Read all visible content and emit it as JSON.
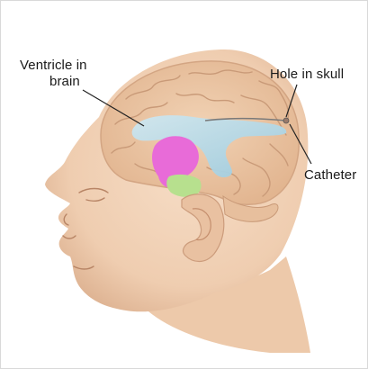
{
  "labels": {
    "ventricle_line1": "Ventricle in",
    "ventricle_line2": "brain",
    "hole": "Hole in skull",
    "catheter": "Catheter"
  },
  "colors": {
    "skin": "#f3d6bd",
    "skin_shadow": "#e2b698",
    "brain": "#efc9a8",
    "brain_fold": "#c99a78",
    "ventricle": "#b9dbe8",
    "ventricle_core": "#e86bd8",
    "brainstem": "#b7e08e",
    "catheter_line": "#7a7a7a",
    "leader_line": "#222222"
  }
}
